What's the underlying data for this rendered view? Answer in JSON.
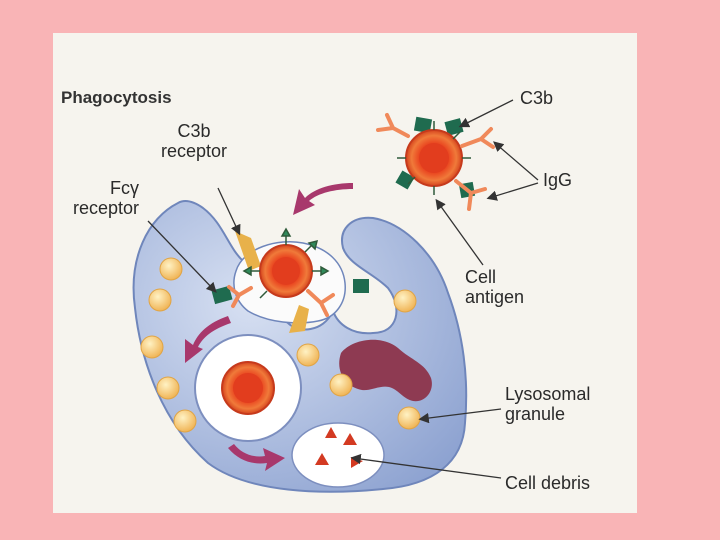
{
  "title": "Phagocytosis",
  "labels": {
    "c3b": "C3b",
    "c3b_receptor": "C3b\nreceptor",
    "fcy_receptor": "Fcγ\nreceptor",
    "igg": "IgG",
    "cell_antigen": "Cell\nantigen",
    "lysosomal_granule": "Lysosomal\ngranule",
    "cell_debris": "Cell debris"
  },
  "colors": {
    "background": "#f9b4b6",
    "figure_bg": "#f6f4ee",
    "cell_body": "#b7c6e2",
    "cell_edge": "#6f86bb",
    "vacuole": "#ffffff",
    "target_cell": "#e33b1f",
    "granule": "#f2c26a",
    "nucleus": "#8e3a52",
    "igg": "#f0895a",
    "c3b": "#1f6b4f",
    "arrow": "#a8386c"
  },
  "icons": [
    "target-cell-icon",
    "igg-antibody-icon",
    "c3b-icon",
    "lysosomal-granule-icon",
    "nucleus-icon",
    "debris-triangle-icon",
    "curved-arrow-icon"
  ]
}
